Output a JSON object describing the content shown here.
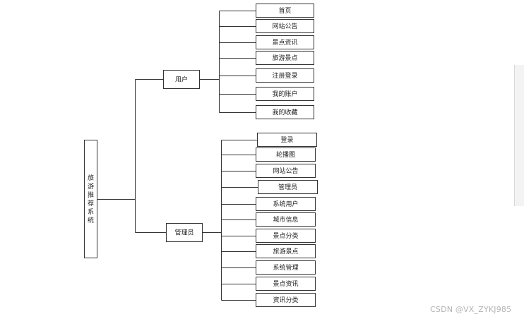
{
  "root": {
    "label": "旅游推荐系统"
  },
  "branches": [
    {
      "label": "用户",
      "children": [
        "首页",
        "网站公告",
        "景点资讯",
        "旅游景点",
        "注册登录",
        "我的账户",
        "我的收藏"
      ]
    },
    {
      "label": "管理员",
      "children": [
        "登录",
        "轮播图",
        "网站公告",
        "管理员",
        "系统用户",
        "城市信息",
        "景点分类",
        "旅游景点",
        "系统管理",
        "景点资讯",
        "资讯分类"
      ]
    }
  ],
  "watermark": "CSDN @VX_ZYKJ985",
  "colors": {
    "line": "#333333",
    "box_border": "#333333",
    "box_fill": "#ffffff"
  }
}
